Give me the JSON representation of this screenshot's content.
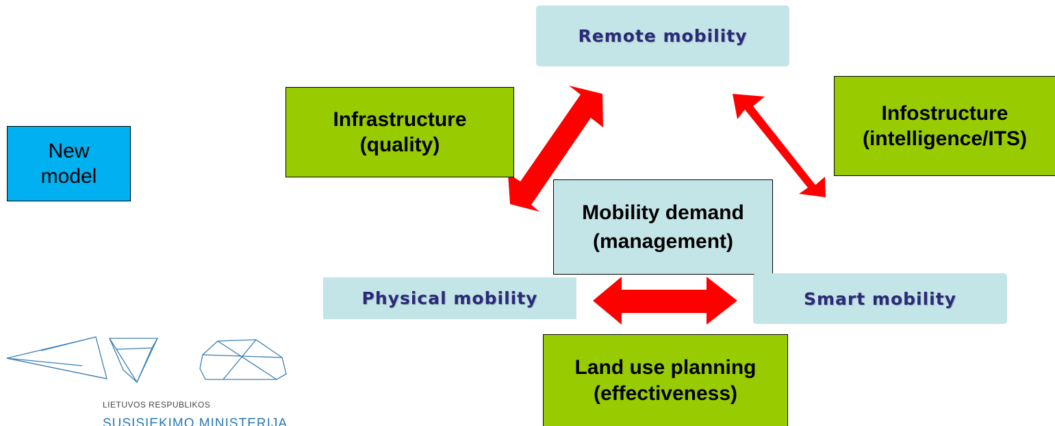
{
  "nodes": {
    "remote_mobility": "Remote mobility",
    "physical_mobility": "Physical mobility",
    "smart_mobility": "Smart mobility"
  },
  "factors": {
    "infrastructure": {
      "line1": "Infrastructure",
      "line2": "(quality)"
    },
    "infostructure": {
      "line1": "Infostructure",
      "line2": "(intelligence/ITS)"
    },
    "land_use": {
      "line1": "Land use planning",
      "line2": "(effectiveness)"
    }
  },
  "center": {
    "line1": "Mobility demand",
    "line2": "(management)"
  },
  "new_model": {
    "line1": "New",
    "line2": "model"
  },
  "logo": {
    "line1": "LIETUVOS RESPUBLIKOS",
    "line2": "SUSISIEKIMO MINISTERIJA"
  },
  "colors": {
    "arrow": "#ff0000",
    "green_box": "#99cc00",
    "teal_box": "#c4e5e7",
    "new_model_box": "#00b0f0",
    "mobility_text": "#2b2a7a",
    "logo_blue": "#2a78b0"
  }
}
